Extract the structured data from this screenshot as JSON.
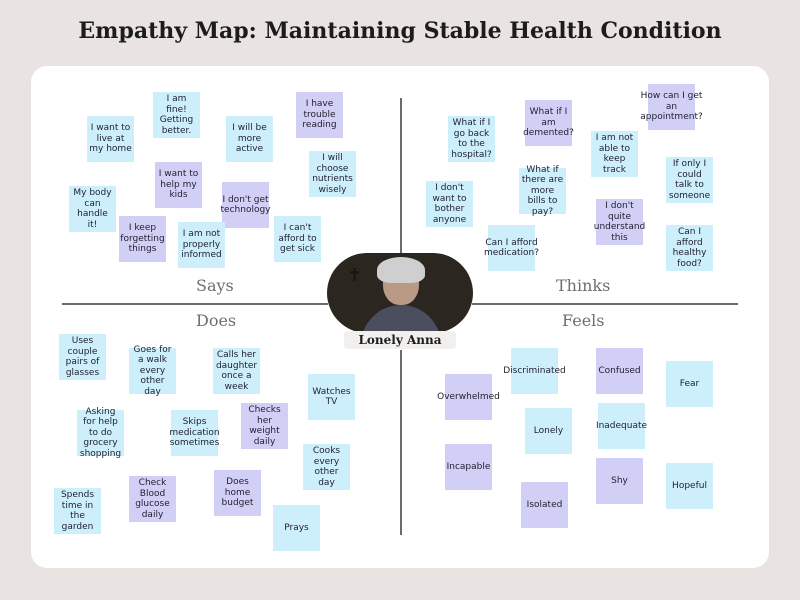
{
  "title": "Empathy Map: Maintaining Stable Health Condition",
  "quadrants": {
    "says": "Says",
    "thinks": "Thinks",
    "does": "Does",
    "feels": "Feels"
  },
  "persona": {
    "name": "Lonely Anna",
    "cross_icon": "cross-icon"
  },
  "notes": {
    "says": [
      "I want to live at my home",
      "I am fine! Getting better.",
      "I will be more active",
      "I have trouble reading",
      "I want to help my kids",
      "I will choose nutrients wisely",
      "My body can handle it!",
      "I don't get technology",
      "I keep forgetting things",
      "I am not properly informed",
      "I can't afford to get sick"
    ],
    "thinks": [
      "What if I go back to the hospital?",
      "What if I am demented?",
      "How can I get an appointment?",
      "I am not able to keep track",
      "What if there are more bills to pay?",
      "If only I could talk to someone",
      "I don't want to bother anyone",
      "I don't quite understand this",
      "Can I afford medication?",
      "Can I afford healthy food?"
    ],
    "does": [
      "Uses couple pairs of glasses",
      "Goes for a walk every other day",
      "Calls her daughter once a week",
      "Watches TV",
      "Asking for help to do grocery shopping",
      "Skips medication sometimes",
      "Checks her weight daily",
      "Cooks every other day",
      "Spends time in the garden",
      "Check Blood glucose daily",
      "Does home budget",
      "Prays"
    ],
    "feels": [
      "Discriminated",
      "Confused",
      "Fear",
      "Overwhelmed",
      "Lonely",
      "Inadequate",
      "Incapable",
      "Shy",
      "Hopeful",
      "Isolated"
    ]
  }
}
